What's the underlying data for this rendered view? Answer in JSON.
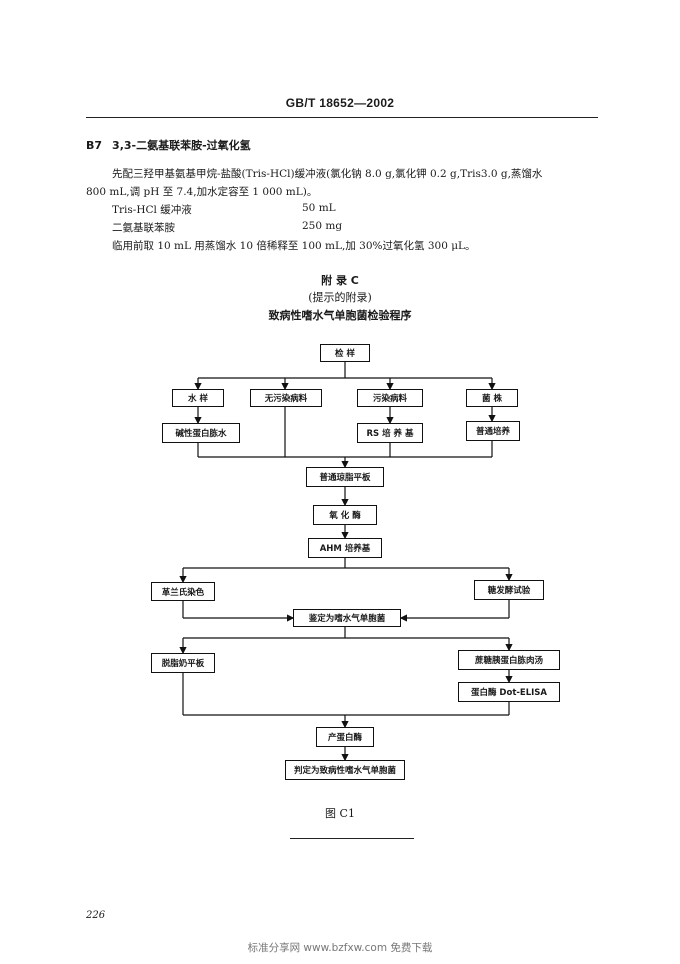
{
  "header": {
    "standard": "GB/T 18652—2002"
  },
  "section_b7": {
    "number": "B7",
    "title": "3,3-二氨基联苯胺-过氧化氢",
    "para_line1": "先配三羟甲基氨基甲烷-盐酸(Tris-HCl)缓冲液(氯化钠 8.0 g,氯化钾 0.2 g,Tris3.0 g,蒸馏水",
    "para_line2": "800 mL,调 pH 至 7.4,加水定容至 1 000 mL)。",
    "rows": [
      {
        "name": "Tris-HCl 缓冲液",
        "amount": "50 mL"
      },
      {
        "name": "二氨基联苯胺",
        "amount": "250 mg"
      }
    ],
    "note": "临用前取 10 mL 用蒸馏水 10 倍稀释至 100 mL,加 30%过氧化氢 300 μL。"
  },
  "appendix": {
    "label": "附  录  C",
    "subtitle": "(提示的附录)",
    "title": "致病性嗜水气单胞菌检验程序"
  },
  "flowchart": {
    "sample": "检  样",
    "water": "水  样",
    "clean": "无污染病料",
    "dirty": "污染病料",
    "strain": "菌  株",
    "alkaline": "碱性蛋白胨水",
    "rs": "RS 培 养 基",
    "common": "普通培养",
    "agar": "普通琼脂平板",
    "oxidase": "氧  化  酶",
    "ahm": "AHM 培养基",
    "gram": "革兰氏染色",
    "ferment": "糖发酵试验",
    "identify": "鉴定为嗜水气单胞菌",
    "milk": "脱脂奶平板",
    "broth": "蔗糖胰蛋白胨肉汤",
    "dot": "蛋白酶 Dot-ELISA",
    "protease": "产蛋白酶",
    "result": "判定为致病性嗜水气单胞菌"
  },
  "figure_caption": "图 C1",
  "page_number": "226",
  "footer": "标准分享网 www.bzfxw.com 免费下载"
}
